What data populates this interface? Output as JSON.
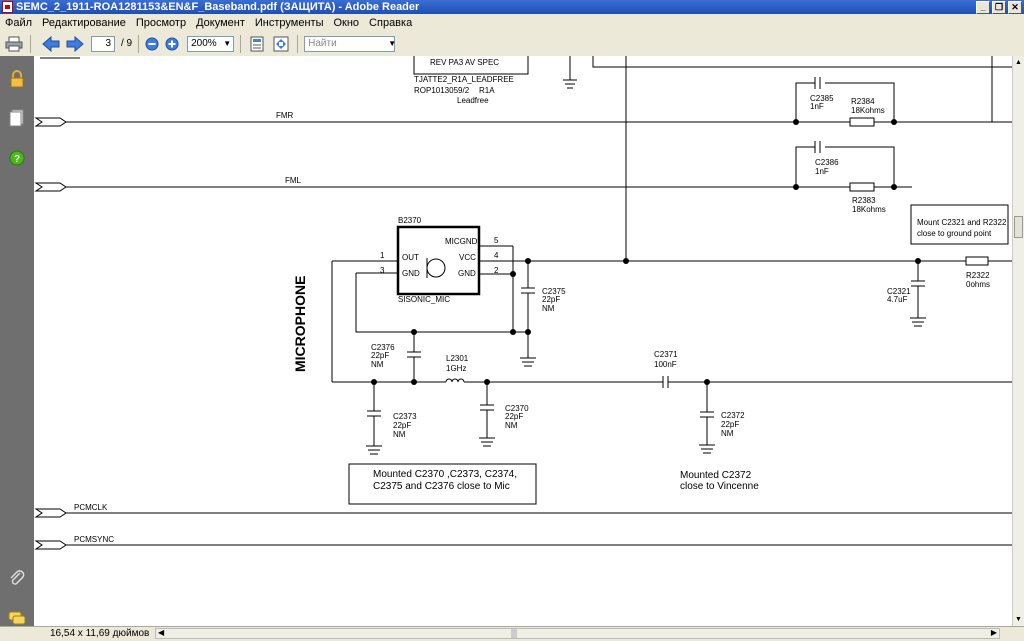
{
  "window": {
    "title": "SEMC_2_1911-ROA1281153&EN&F_Baseband.pdf (ЗАЩИТА) - Adobe Reader"
  },
  "menu": [
    "Файл",
    "Редактирование",
    "Просмотр",
    "Документ",
    "Инструменты",
    "Окно",
    "Справка"
  ],
  "toolbar": {
    "page_current": "3",
    "page_total": "/ 9",
    "zoom": "200%",
    "search_placeholder": "Найти"
  },
  "status": {
    "page_size": "16,54 x 11,69 дюймов"
  },
  "icons": [
    "print-icon",
    "prev-page-icon",
    "next-page-icon",
    "zoom-out-icon",
    "zoom-in-icon",
    "fit-page-icon",
    "fit-width-icon",
    "lock-icon",
    "pages-icon",
    "help-icon",
    "attachment-icon",
    "comments-icon"
  ],
  "schematic": {
    "top_block": {
      "line1": "REV PA3 AV SPEC",
      "line2": "TJATTE2_R1A_LEADFREE",
      "line3": "ROP1013059/2",
      "line4": "R1A",
      "line5": "Leadfree"
    },
    "nets": [
      "FMR",
      "FML",
      "PCMCLK",
      "PCMSYNC"
    ],
    "section": "MICROPHONE",
    "mic": {
      "ref": "B2370",
      "part": "SISONIC_MIC",
      "pin_out": "OUT",
      "pin_gnd_left": "GND",
      "pin_micgnd": "MICGND",
      "pin_vcc": "VCC",
      "pin_gnd_right": "GND",
      "pin_1": "1",
      "pin_3": "3",
      "pin_5": "5",
      "pin_4": "4",
      "pin_2": "2"
    },
    "components": {
      "c2385": [
        "C2385",
        "1nF"
      ],
      "r2384": [
        "R2384",
        "18Kohms"
      ],
      "c2386": [
        "C2386",
        "1nF"
      ],
      "r2383": [
        "R2383",
        "18Kohms"
      ],
      "c2375": [
        "C2375",
        "22pF",
        "NM"
      ],
      "c2376": [
        "C2376",
        "22pF",
        "NM"
      ],
      "l2301": [
        "L2301",
        "1GHz"
      ],
      "c2371": [
        "C2371",
        "100nF"
      ],
      "c2373": [
        "C2373",
        "22pF",
        "NM"
      ],
      "c2370": [
        "C2370",
        "22pF",
        "NM"
      ],
      "c2372": [
        "C2372",
        "22pF",
        "NM"
      ],
      "c2321": [
        "C2321",
        "4.7uF"
      ],
      "r2322": [
        "R2322",
        "0ohms"
      ]
    },
    "notes": {
      "ground_note": [
        "Mount C2321 and R2322",
        "close to ground point"
      ],
      "mic_note": [
        "Mounted  C2370 ,C2373, C2374,",
        "C2375 and C2376  close to Mic"
      ],
      "vincenne_note": [
        "Mounted C2372",
        "close to Vincenne"
      ]
    }
  }
}
